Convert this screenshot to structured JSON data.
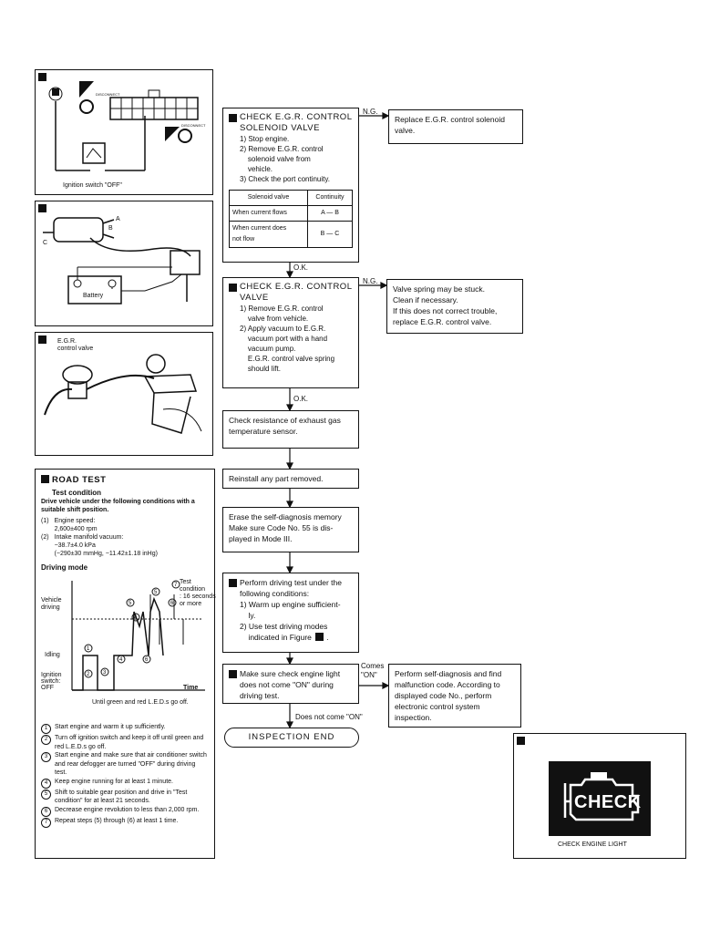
{
  "fig_a": {
    "caption": "Ignition switch \"OFF\"",
    "disconnect1": "DISCONNECT",
    "disconnect2": "DISCONNECT"
  },
  "fig_b": {
    "label_a": "A",
    "label_b": "B",
    "label_c": "C",
    "battery": "Battery"
  },
  "fig_c": {
    "label": "E.G.R.\ncontrol valve"
  },
  "road_test": {
    "title": "ROAD TEST",
    "test_condition_heading": "Test condition",
    "intro": "Drive vehicle under the following conditions with a suitable shift position.",
    "cond1_num": "(1)",
    "cond1": "Engine speed:\n2,600±400 rpm",
    "cond2_num": "(2)",
    "cond2": "Intake manifold vacuum:\n−38.7±4.0 kPa\n(−290±30 mmHg, −11.42±1.18 inHg)",
    "driving_mode_heading": "Driving mode",
    "vehicle_driving": "Vehicle\ndriving",
    "idling": "Idling",
    "ignition_switch": "Ignition\nswitch:\nOFF",
    "time": "Time",
    "until": "Until green and red L.E.D.s go off.",
    "test_condition_note": "Test\ncondition\n: 16 seconds\nor more",
    "steps": [
      {
        "n": "1",
        "text": "Start engine and warm it up sufficiently."
      },
      {
        "n": "2",
        "text": "Turn off ignition switch and keep it off until green and red L.E.D.s go off."
      },
      {
        "n": "3",
        "text": "Start engine and make sure that air conditioner switch and rear defogger are turned \"OFF\" during driving test."
      },
      {
        "n": "4",
        "text": "Keep engine running for at least 1 minute."
      },
      {
        "n": "5",
        "text": "Shift to suitable gear position and drive in \"Test condition\" for at least 21 seconds."
      },
      {
        "n": "6",
        "text": "Decrease engine revolution to less than 2,000 rpm."
      },
      {
        "n": "7",
        "text": "Repeat steps (5) through (6) at least 1 time."
      }
    ]
  },
  "flow": {
    "check_solenoid": {
      "title": "CHECK E.G.R. CONTROL\nSOLENOID VALVE",
      "step1": "1) Stop engine.",
      "step2": "2) Remove E.G.R. control\n    solenoid valve from\n    vehicle.",
      "step3": "3) Check the port continuity.",
      "table_head": [
        "Solenoid valve",
        "Continuity"
      ],
      "table_rows": [
        [
          "When current flows",
          "A — B"
        ],
        [
          "When current does\nnot flow",
          "B — C"
        ]
      ]
    },
    "ng1": "N.G.",
    "replace_solenoid": "Replace E.G.R. control solenoid\nvalve.",
    "ok1": "O.K.",
    "check_valve": {
      "title": "CHECK E.G.R. CONTROL\nVALVE",
      "step1": "1) Remove E.G.R. control\n    valve from vehicle.",
      "step2": "2) Apply vacuum to E.G.R.\n    vacuum port with a hand\n    vacuum pump.\n    E.G.R. control valve spring\n    should lift."
    },
    "ng2": "N.G.",
    "spring_stuck": "Valve spring may be stuck.\nClean if necessary.\nIf this does not correct trouble,\nreplace E.G.R. control valve.",
    "ok2": "O.K.",
    "check_resistance": "Check resistance of exhaust gas\ntemperature sensor.",
    "reinstall": "Reinstall any part removed.",
    "erase": "Erase the self-diagnosis memory\nMake sure Code No. 55 is dis-\nplayed in Mode III.",
    "driving_test": {
      "title": "Perform driving test under the\nfollowing conditions:",
      "step1": "1) Warm up engine sufficient-\n    ly.",
      "step2": "2) Use test driving modes\n    indicated in Figure"
    },
    "make_sure": "Make sure check engine light\ndoes not come \"ON\" during\ndriving test.",
    "comes_on": "Comes\n\"ON\"",
    "self_diag": "Perform self-diagnosis and find\nmalfunction code. According to\ndisplayed code No., perform\nelectronic control system\ninspection.",
    "not_come_on": "Does not come \"ON\"",
    "inspection_end": "INSPECTION END"
  },
  "check_engine": {
    "badge": "CHECK",
    "caption": "CHECK ENGINE LIGHT"
  }
}
